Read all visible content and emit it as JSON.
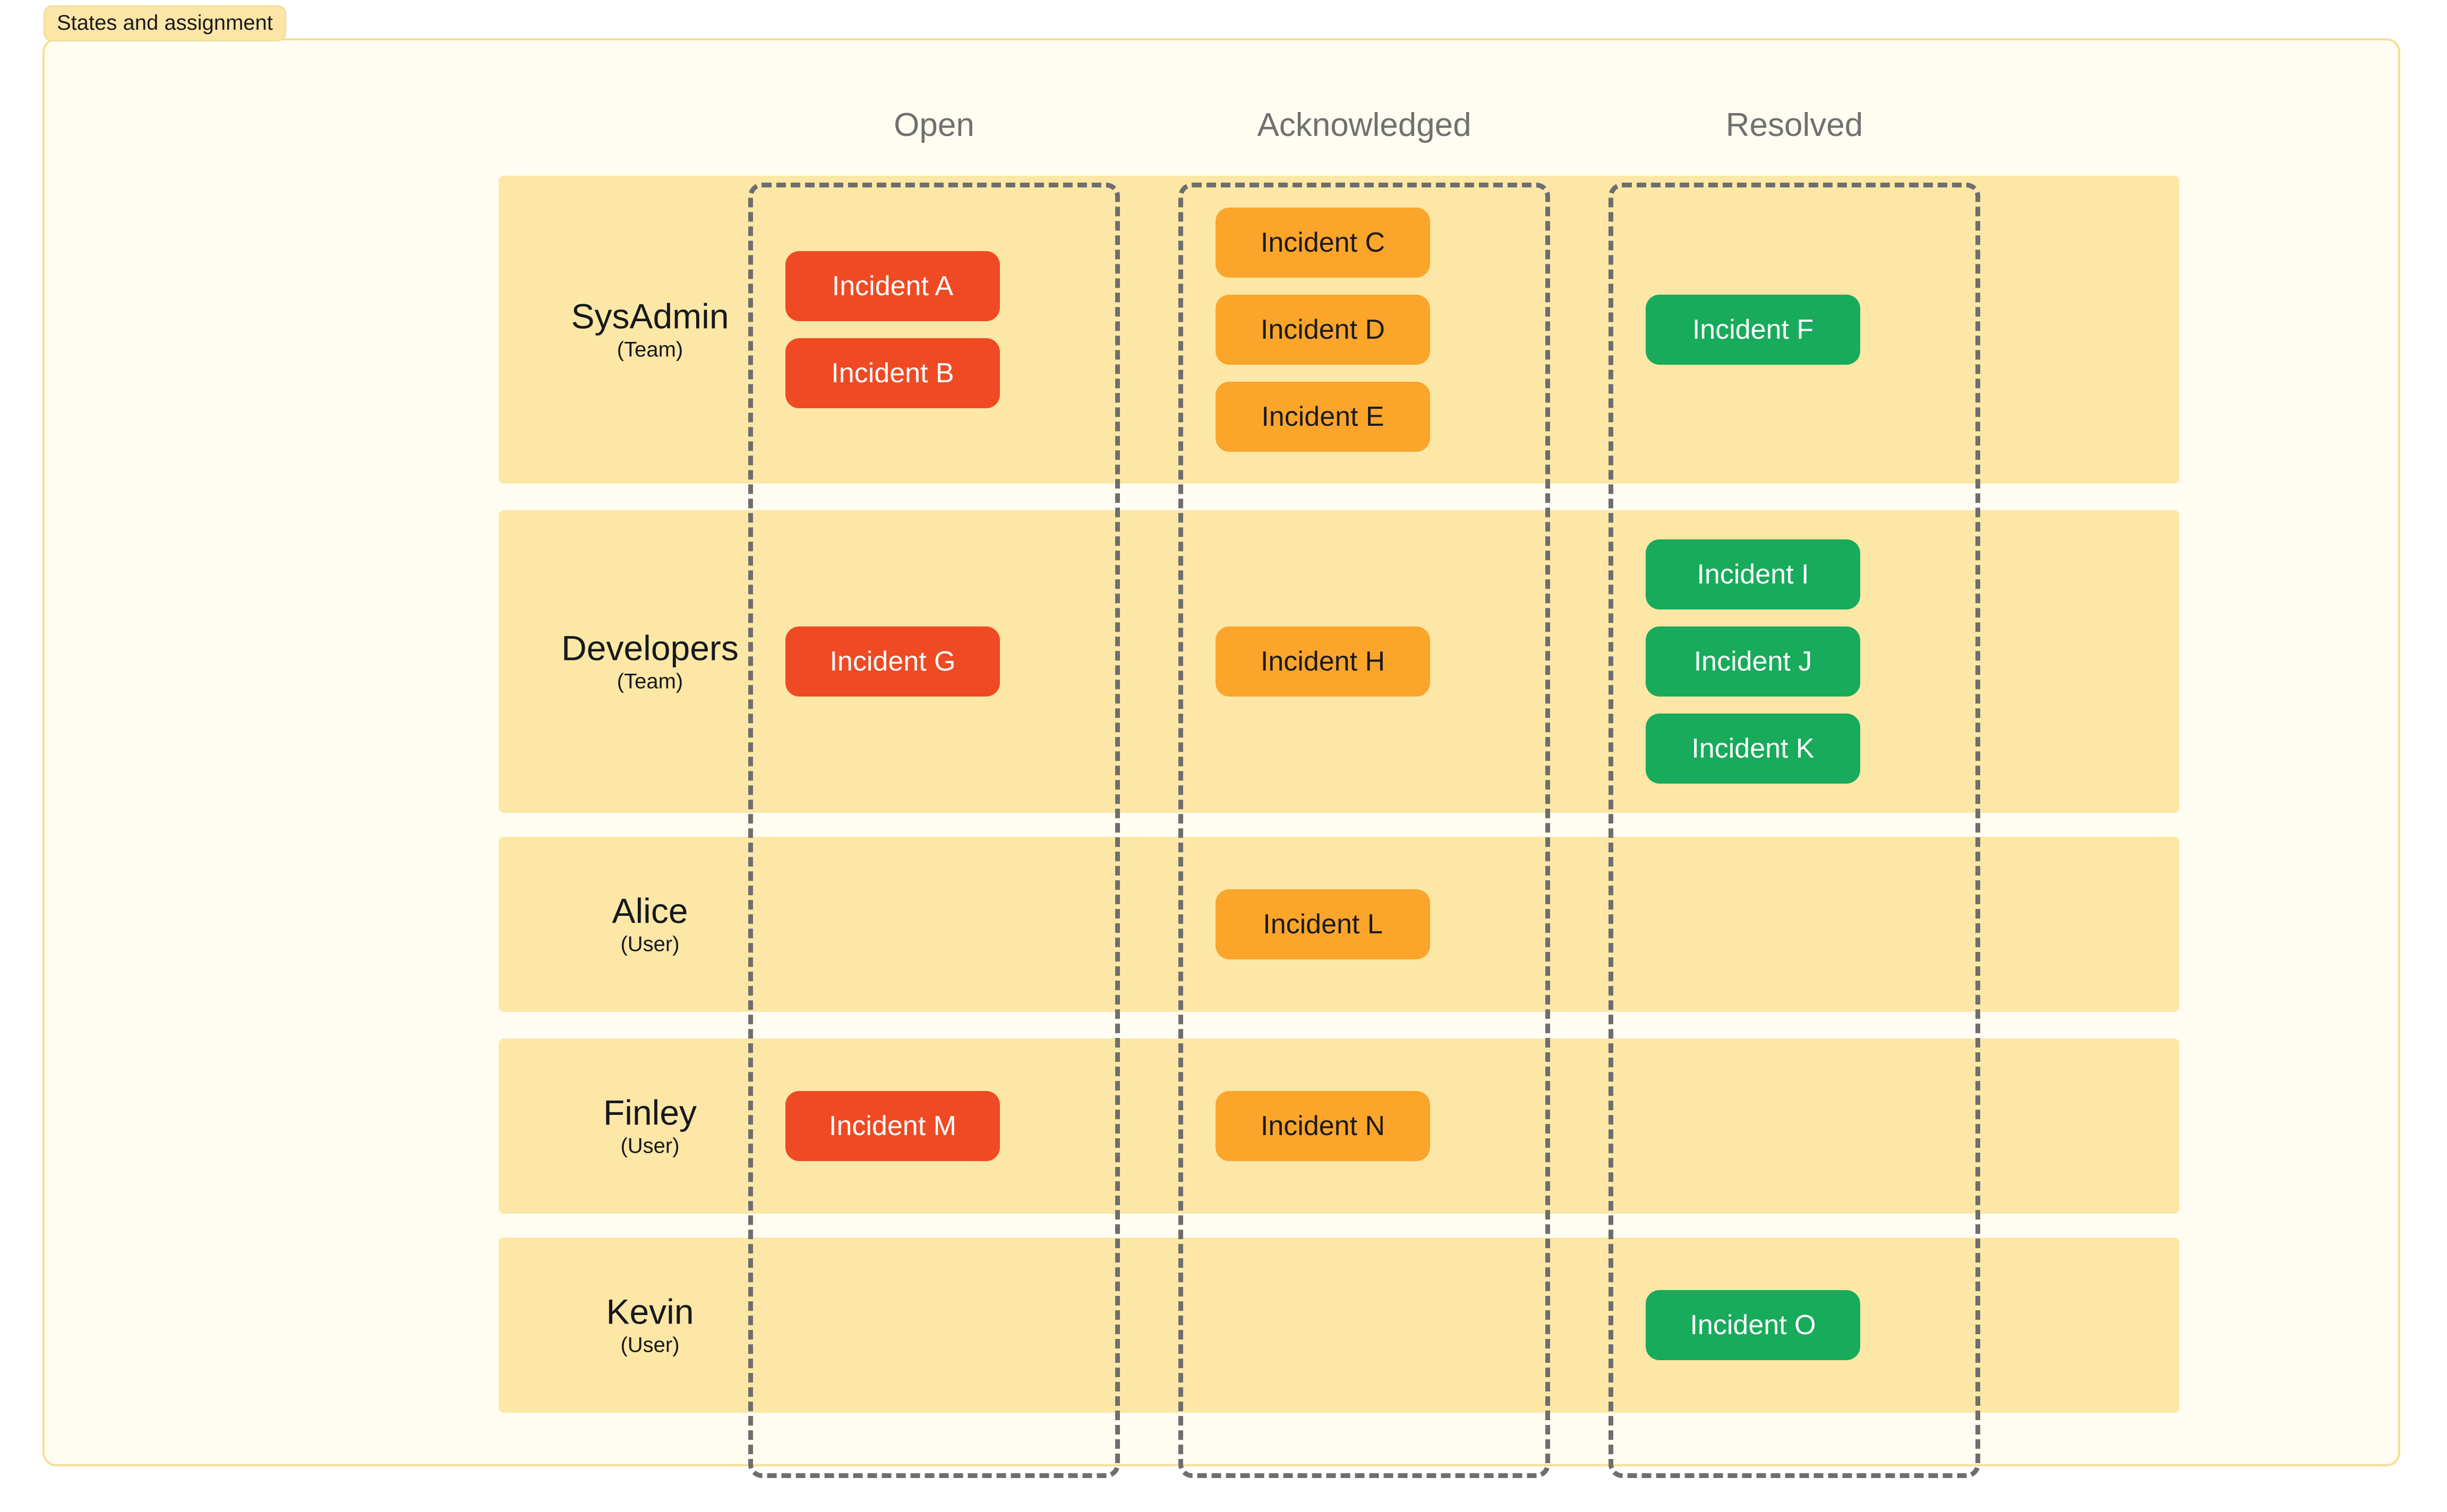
{
  "diagram": {
    "title": "States and assignment",
    "colors": {
      "page_background": "#ffffff",
      "canvas_background": "#fffdf1",
      "canvas_border": "#f7de97",
      "title_badge_background": "#fbe6a8",
      "row_band": "#fce7a6",
      "state_column_border": "#6e6e6e",
      "open": "#ef4a23",
      "acknowledged": "#fba52b",
      "resolved": "#17ab5b",
      "header_text": "#707070",
      "label_text": "#16181c"
    },
    "columns": [
      {
        "id": "open",
        "label": "Open"
      },
      {
        "id": "acknowledged",
        "label": "Acknowledged"
      },
      {
        "id": "resolved",
        "label": "Resolved"
      }
    ],
    "rows": [
      {
        "name": "SysAdmin",
        "kind": "(Team)",
        "cells": {
          "open": [
            "Incident A",
            "Incident B"
          ],
          "acknowledged": [
            "Incident C",
            "Incident D",
            "Incident E"
          ],
          "resolved": [
            "Incident F"
          ]
        }
      },
      {
        "name": "Developers",
        "kind": "(Team)",
        "cells": {
          "open": [
            "Incident G"
          ],
          "acknowledged": [
            "Incident H"
          ],
          "resolved": [
            "Incident I",
            "Incident J",
            "Incident K"
          ]
        }
      },
      {
        "name": "Alice",
        "kind": "(User)",
        "cells": {
          "open": [],
          "acknowledged": [
            "Incident L"
          ],
          "resolved": []
        }
      },
      {
        "name": "Finley",
        "kind": "(User)",
        "cells": {
          "open": [
            "Incident M"
          ],
          "acknowledged": [
            "Incident N"
          ],
          "resolved": []
        }
      },
      {
        "name": "Kevin",
        "kind": "(User)",
        "cells": {
          "open": [],
          "acknowledged": [],
          "resolved": [
            "Incident O"
          ]
        }
      }
    ]
  }
}
